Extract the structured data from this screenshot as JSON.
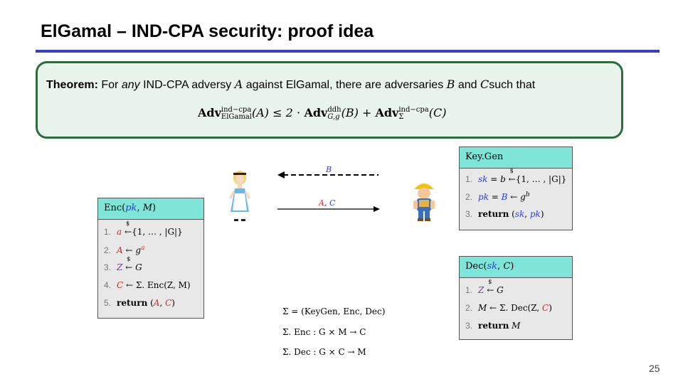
{
  "title": "ElGamal – IND-CPA security: proof idea",
  "theorem": {
    "label": "Theorem:",
    "text_1": "For",
    "text_any": "any",
    "text_2": "IND-CPA adversy",
    "var_A": "A",
    "text_3": "against ElGamal, there are adversaries",
    "var_B": "B",
    "text_and": "and",
    "var_C": "C",
    "text_4": "such that",
    "formula": {
      "adv": "Adv",
      "sup1": "ind−cpa",
      "sub1": "ElGamal",
      "arg1": "(A) ≤ 2 ⋅ ",
      "sup2": "ddh",
      "sub2": "G,g",
      "arg2": "(B) + ",
      "sup3": "ind−cpa",
      "sub3": "Σ",
      "arg3": "(C)"
    }
  },
  "keygen": {
    "name": "Key.Gen",
    "steps": [
      {
        "num": "1.",
        "lhs": "sk",
        "mid": " = ",
        "var": "b",
        "rhs": "{1, … , |G|}"
      },
      {
        "num": "2.",
        "lhs": "pk",
        "mid": " = ",
        "var": "B",
        "rhs": " ← g",
        "exp": "b"
      },
      {
        "num": "3.",
        "kw": "return",
        "a": "sk",
        "b": "pk"
      }
    ]
  },
  "enc": {
    "name": "Enc",
    "arg1": "pk",
    "arg2": "M",
    "steps": [
      {
        "num": "1.",
        "var": "a",
        "rhs": "{1, … , |G|}"
      },
      {
        "num": "2.",
        "var": "A",
        "rhs": " ← g",
        "exp": "a"
      },
      {
        "num": "3.",
        "var": "Z",
        "rhs": "G"
      },
      {
        "num": "4.",
        "var": "C",
        "rhs": " ← Σ. Enc(Z, M)"
      },
      {
        "num": "5.",
        "kw": "return",
        "a": "A",
        "b": "C"
      }
    ]
  },
  "dec": {
    "name": "Dec",
    "arg1": "sk",
    "arg2": "C",
    "steps": [
      {
        "num": "1.",
        "var": "Z",
        "rhs": "G"
      },
      {
        "num": "2.",
        "lhs": "M",
        "rhs": " ← Σ. Dec(Z, ",
        "var": "C",
        "end": ")"
      },
      {
        "num": "3.",
        "kw": "return",
        "ret": "M"
      }
    ]
  },
  "arrows": {
    "top_label": "B",
    "bottom_label_a": "A",
    "bottom_label_sep": ",",
    "bottom_label_c": "C"
  },
  "sigma": {
    "def": "Σ = (KeyGen, Enc, Dec)",
    "enc_sig": "Σ. Enc : G × M → C",
    "dec_sig": "Σ. Dec : G × C → M"
  },
  "page_number": "25",
  "colors": {
    "title_rule": "#3b3fb5",
    "theorem_border": "#2e6b3e",
    "algo_header": "#7fe5d8",
    "algo_body": "#e8e8e8",
    "blue_var": "#2e3fd6",
    "red_var": "#d9262a",
    "purple_var": "#7b2fd6"
  }
}
